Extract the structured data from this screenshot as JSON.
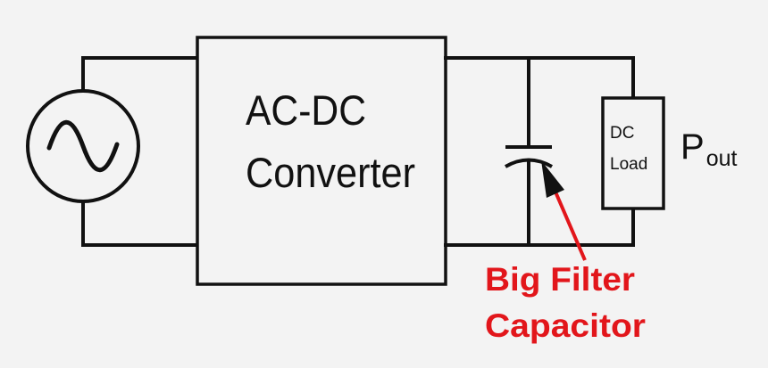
{
  "converter": {
    "line1": "AC-DC",
    "line2": "Converter"
  },
  "load": {
    "line1": "DC",
    "line2": "Load"
  },
  "output": {
    "symbol": "P",
    "subscript": "out"
  },
  "annotation": {
    "line1": "Big Filter",
    "line2": "Capacitor"
  },
  "colors": {
    "wire": "#111111",
    "background": "#f3f3f3",
    "annotation": "#e2161b"
  },
  "icons": {
    "source": "ac-source-sine-icon",
    "capacitor": "polarized-capacitor-icon",
    "arrow": "annotation-arrow-icon"
  }
}
